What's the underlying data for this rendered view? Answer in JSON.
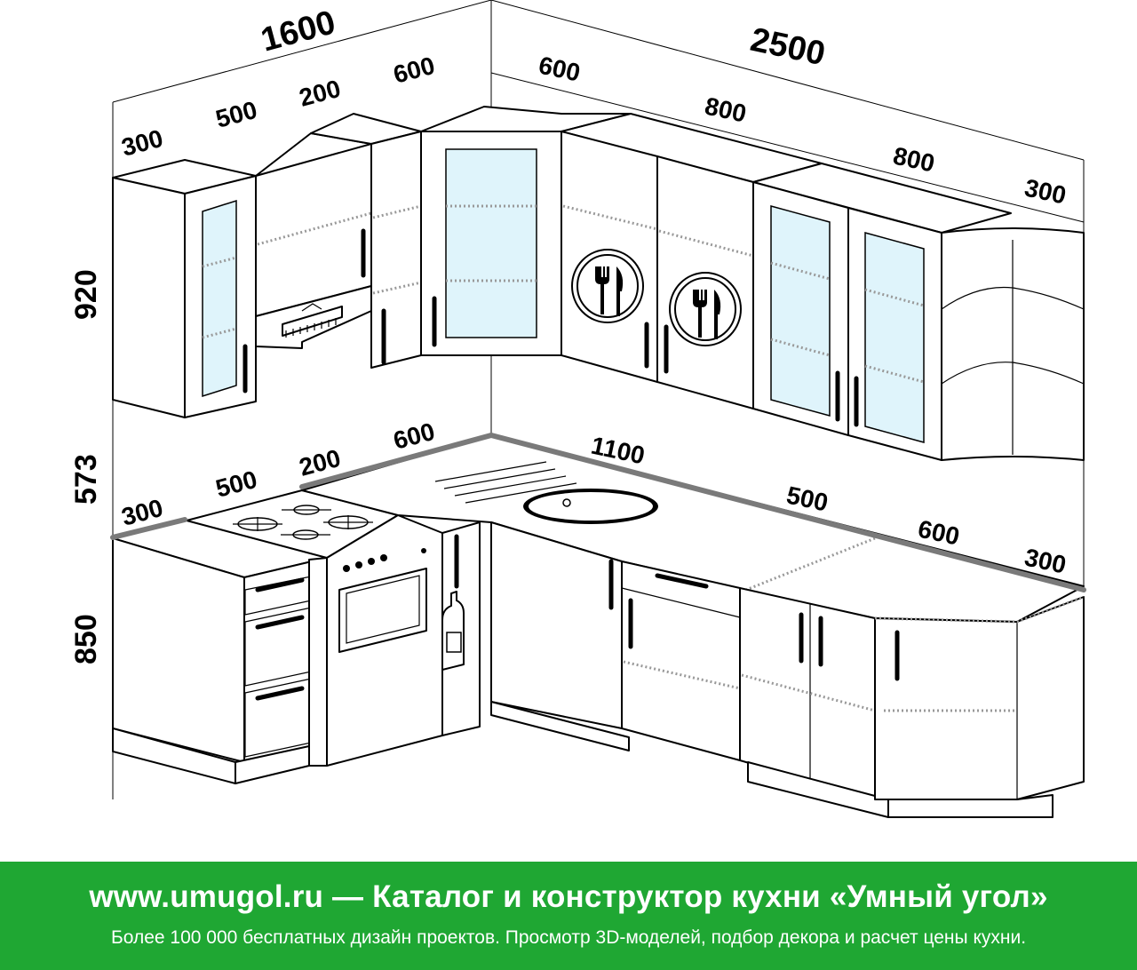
{
  "dimensions": {
    "overall_left_width": "1600",
    "overall_right_width": "2500",
    "height_upper": "920",
    "height_backsplash": "573",
    "height_base": "850",
    "upper_left": [
      "300",
      "500",
      "200",
      "600"
    ],
    "upper_right": [
      "600",
      "800",
      "800",
      "300"
    ],
    "base_left": [
      "300",
      "500",
      "200",
      "600"
    ],
    "base_right": [
      "1100",
      "500",
      "600",
      "300"
    ]
  },
  "footer": {
    "title": "www.umugol.ru — Каталог и конструктор кухни «Умный угол»",
    "subtitle": "Более 100 000 бесплатных дизайн проектов. Просмотр 3D-моделей, подбор декора и расчет цены кухни."
  },
  "colors": {
    "footer_background": "#1fa733",
    "footer_text": "#ffffff",
    "glass": "#dff4fb",
    "countertop_edge": "#7a7a7a"
  },
  "icons": [
    "range-hood-icon",
    "cutlery-plate-icon",
    "bottle-icon",
    "cooktop-icon",
    "sink-icon"
  ]
}
